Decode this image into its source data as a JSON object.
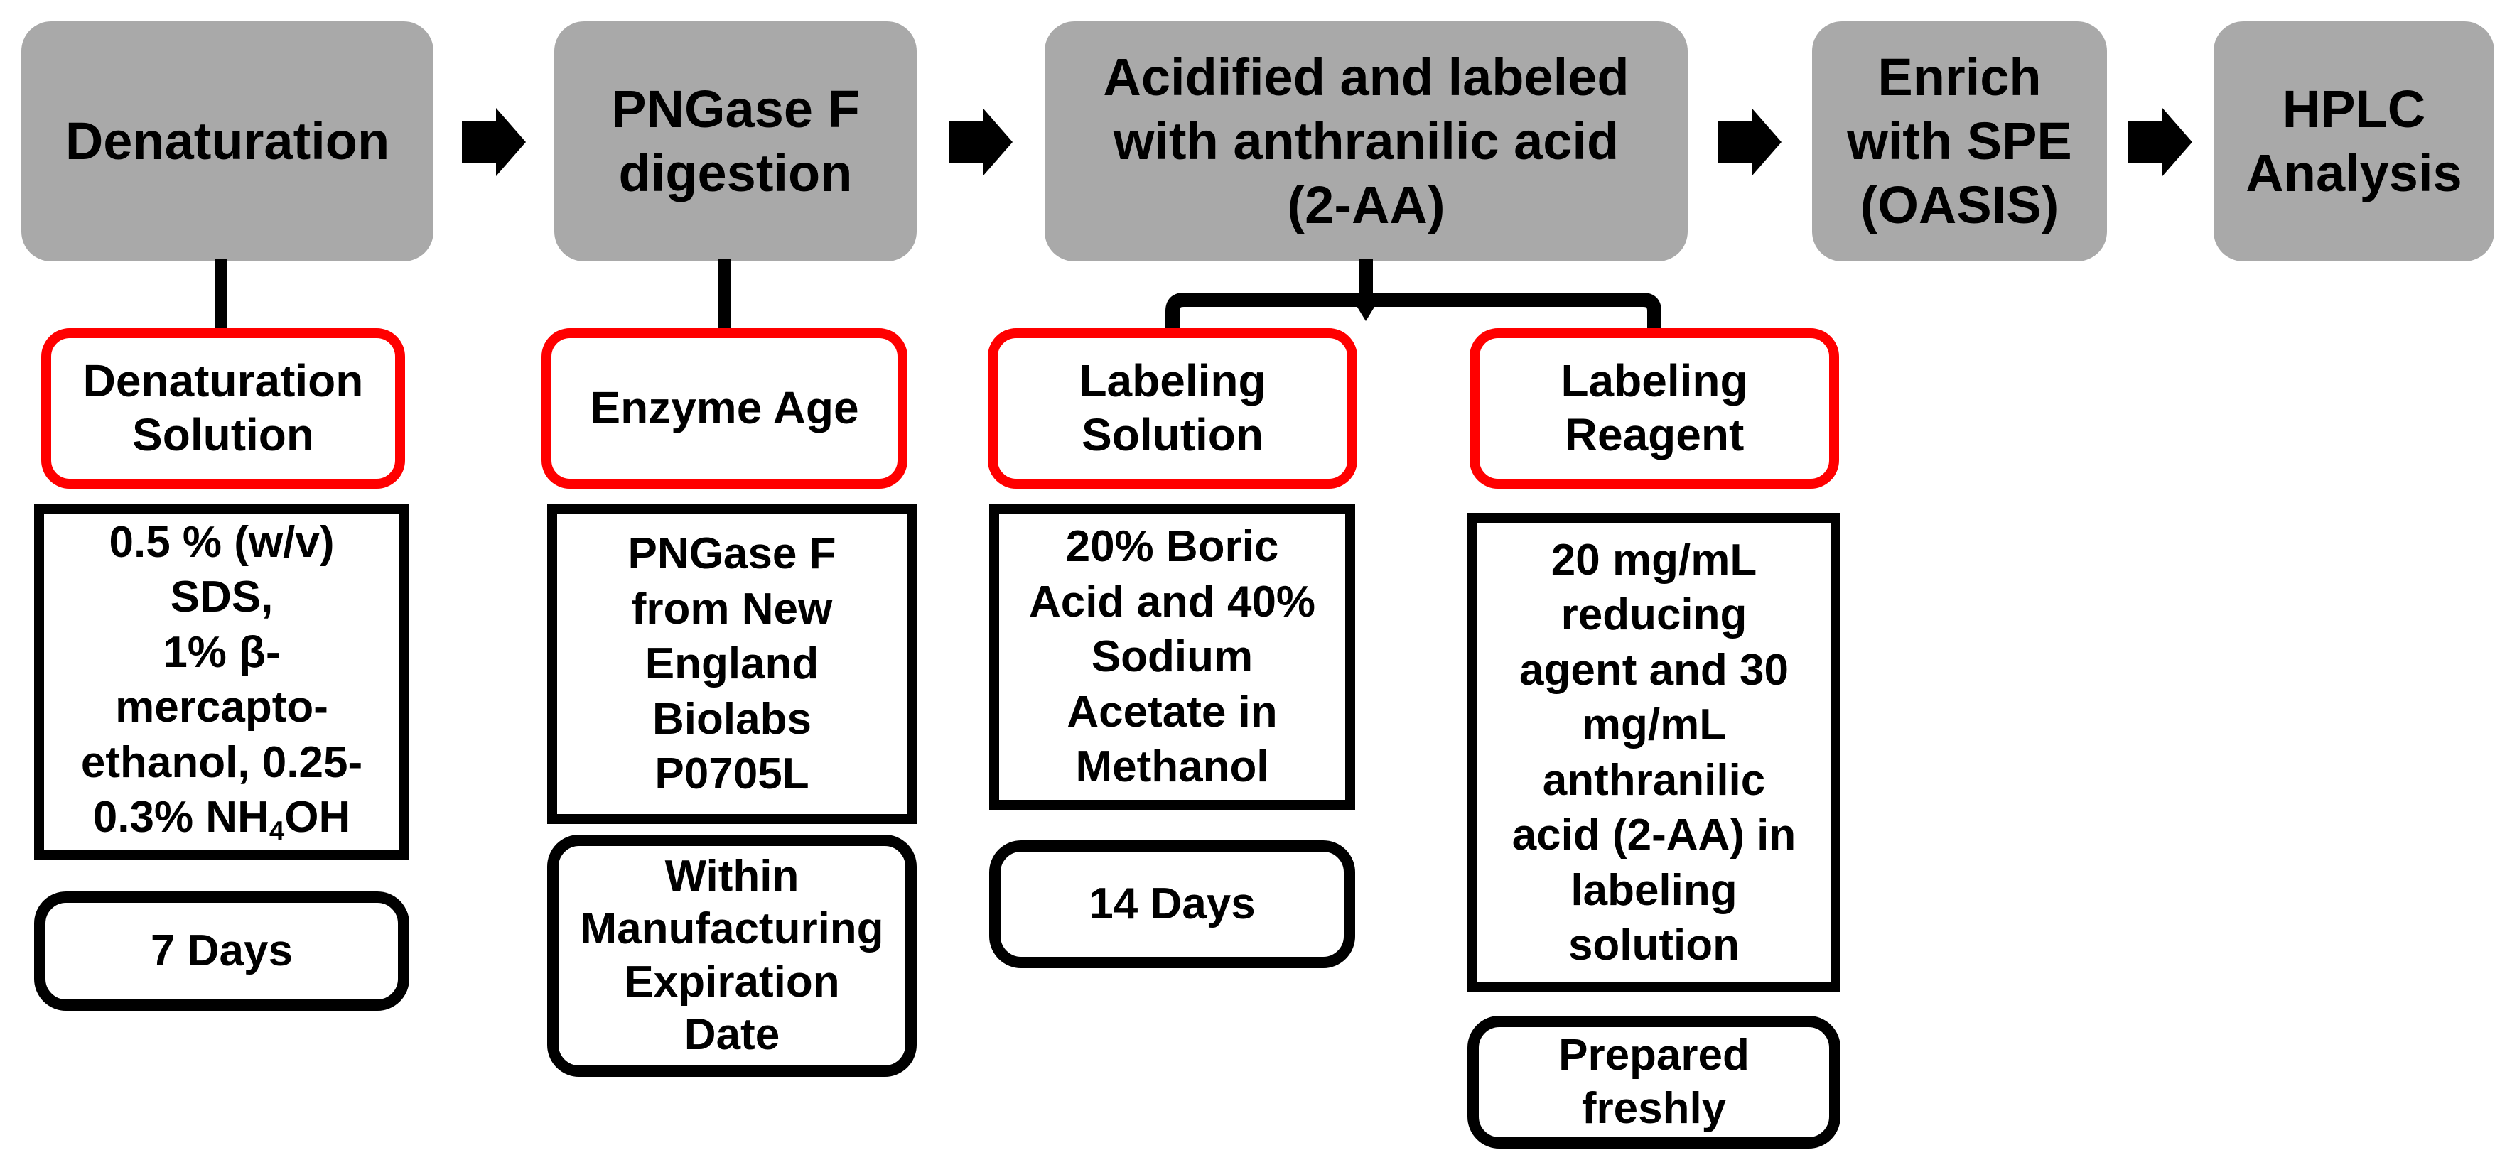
{
  "diagram_type": "workflow-flowchart",
  "colors": {
    "step_fill": "#a9a9a9",
    "factor_border": "#ff0000",
    "detail_border": "#000000",
    "connector": "#000000",
    "text": "#000000",
    "background": "#ffffff"
  },
  "icons": {
    "flow_arrow": "right-block-arrow",
    "split_connector": "bracket-down-connector"
  },
  "flow": {
    "steps": [
      {
        "label": "Denaturation"
      },
      {
        "label": "PNGase F\ndigestion"
      },
      {
        "label": "Acidified and labeled\nwith anthranilic acid\n(2-AA)"
      },
      {
        "label": "Enrich\nwith SPE\n(OASIS)"
      },
      {
        "label": "HPLC\nAnalysis"
      }
    ]
  },
  "columns": [
    {
      "factor_label": "Denaturation\nSolution",
      "detail_lines": "0.5 % (w/v)\nSDS,\n1% β-\nmercapto-\nethanol, 0.25-",
      "detail_sub_prefix": "0.3% NH",
      "detail_sub": "4",
      "detail_sub_suffix": "OH",
      "stability": "7 Days"
    },
    {
      "factor_label": "Enzyme Age",
      "detail_lines": "PNGase F\nfrom New\nEngland\nBiolabs\nP0705L",
      "stability": "Within\nManufacturing\nExpiration\nDate"
    },
    {
      "factor_label": "Labeling\nSolution",
      "detail_lines": "20% Boric\nAcid and 40%\nSodium\nAcetate in\nMethanol",
      "stability": "14 Days"
    },
    {
      "factor_label": "Labeling\nReagent",
      "detail_lines": "20 mg/mL\nreducing\nagent and 30\nmg/mL\nanthranilic\nacid (2-AA) in\nlabeling\nsolution",
      "stability": "Prepared\nfreshly"
    }
  ]
}
